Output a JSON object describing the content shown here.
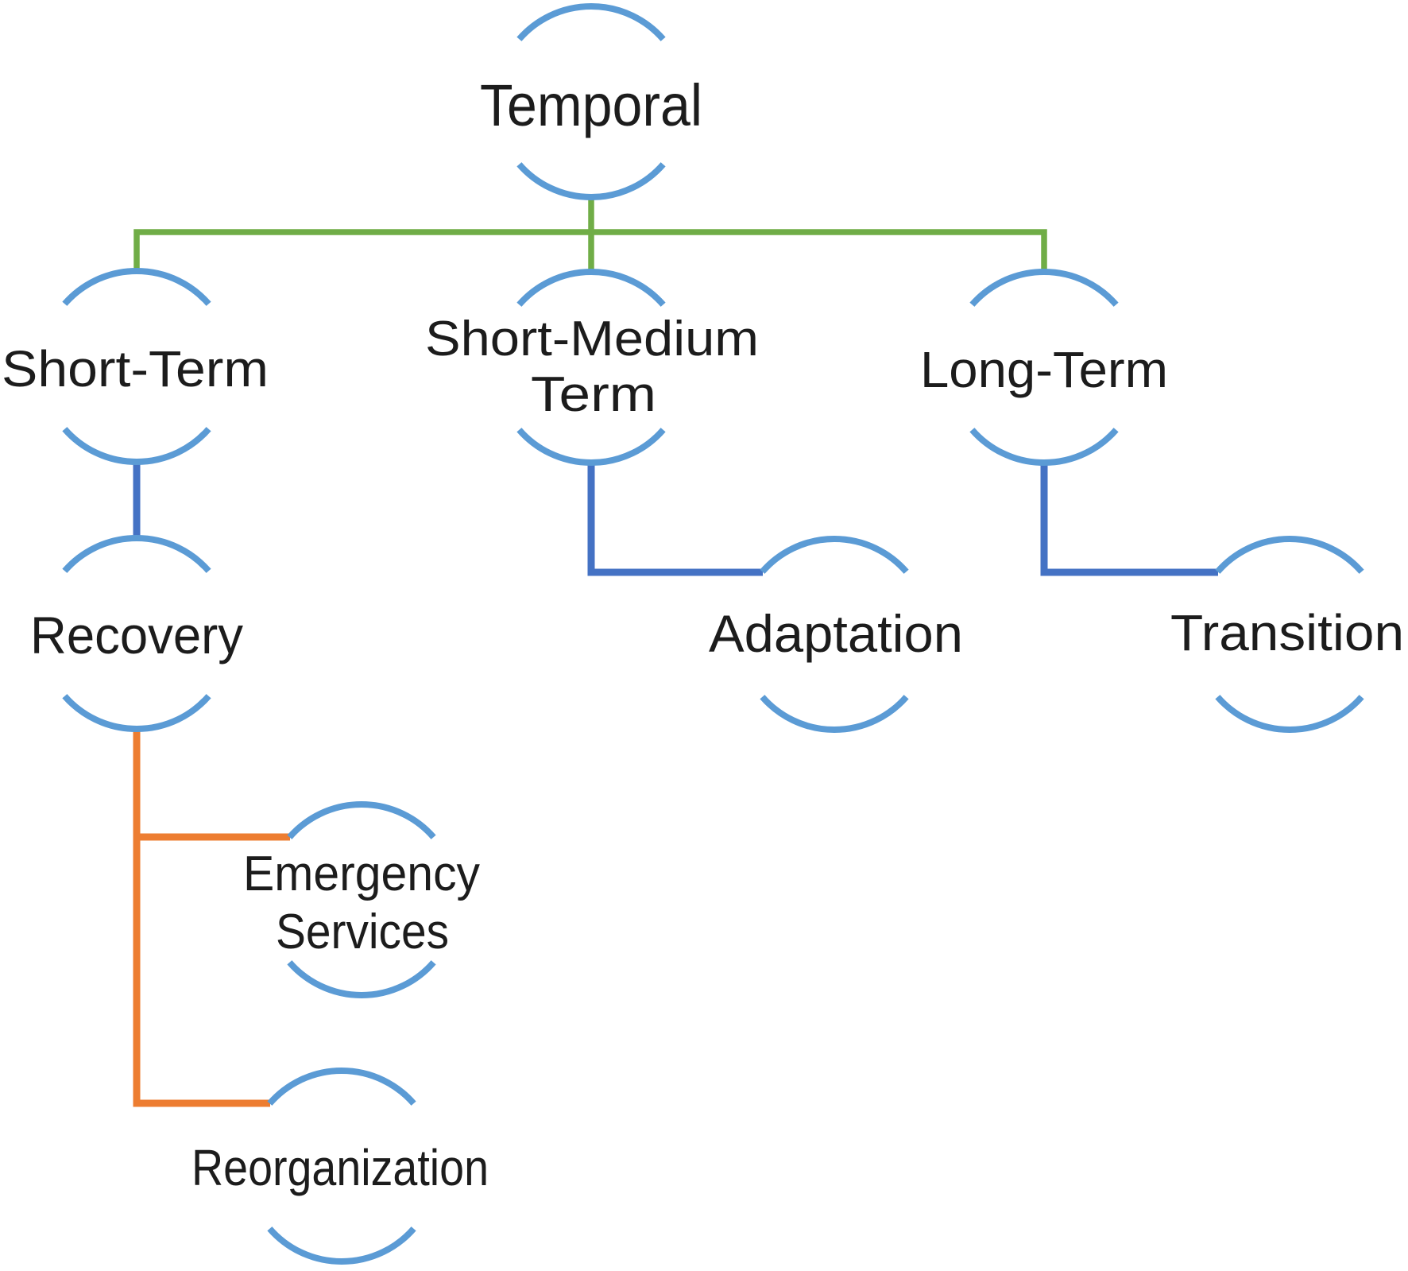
{
  "diagram": {
    "type": "hierarchy-tree",
    "colors": {
      "background": "#ffffff",
      "arc_blue": "#5B9BD5",
      "connector_green": "#70AD47",
      "connector_blue": "#4472C4",
      "connector_orange": "#ED7D31",
      "text": "#1c1c1c"
    },
    "nodes": {
      "temporal": {
        "label": "Temporal"
      },
      "short_term": {
        "label": "Short-Term"
      },
      "short_medium_term": {
        "lines": [
          "Short-Medium",
          "Term"
        ]
      },
      "long_term": {
        "label": "Long-Term"
      },
      "recovery": {
        "label": "Recovery"
      },
      "adaptation": {
        "label": "Adaptation"
      },
      "transition": {
        "label": "Transition"
      },
      "emergency_services": {
        "lines": [
          "Emergency",
          "Services"
        ]
      },
      "reorganization": {
        "label": "Reorganization"
      }
    },
    "hierarchy": [
      {
        "parent": "Temporal",
        "children": [
          "Short-Term",
          "Short-Medium Term",
          "Long-Term"
        ]
      },
      {
        "parent": "Short-Term",
        "children": [
          "Recovery"
        ]
      },
      {
        "parent": "Short-Medium Term",
        "children": [
          "Adaptation"
        ]
      },
      {
        "parent": "Long-Term",
        "children": [
          "Transition"
        ]
      },
      {
        "parent": "Recovery",
        "children": [
          "Emergency Services",
          "Reorganization"
        ]
      }
    ]
  }
}
